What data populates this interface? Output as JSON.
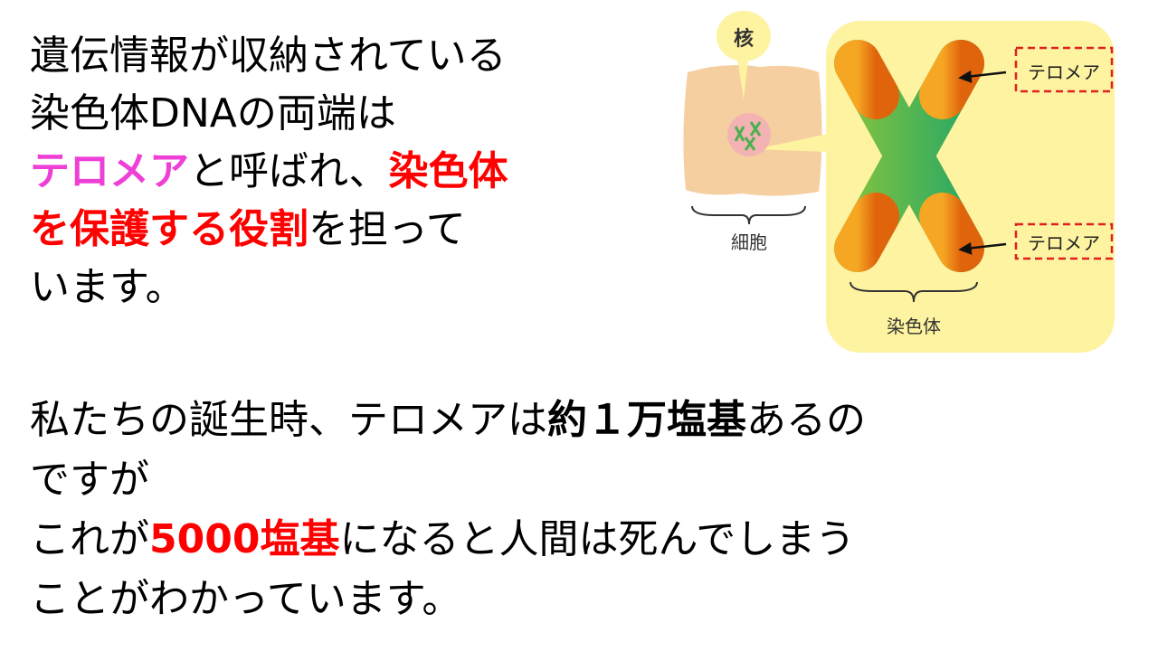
{
  "paragraph1": {
    "line1": "遺伝情報が収納されている",
    "line2": "染色体DNAの両端は",
    "line3_highlight": "テロメア",
    "line3_rest": "と呼ばれ、",
    "line3_red": "染色体",
    "line4_red": "を保護する役割",
    "line4_rest": "を担って",
    "line5": "います。"
  },
  "paragraph2": {
    "line1_a": "私たちの誕生時、テロメアは",
    "line1_bold": "約１万塩基",
    "line1_b": "あるの",
    "line2": "ですが",
    "line3_a": "これが",
    "line3_red": "5000塩基",
    "line3_b": "になると人間は死んでしまう",
    "line4": "ことがわかっています。"
  },
  "diagram": {
    "nucleus_label": "核",
    "cell_label": "細胞",
    "chromosome_label": "染色体",
    "telomere_label_top": "テロメア",
    "telomere_label_bottom": "テロメア"
  },
  "colors": {
    "telomere_text": "#ee3fd6",
    "emphasis_red": "#ff0000",
    "panel_yellow": "#fdf3a0",
    "cell": "#f6cfa0",
    "chromosome_green": "#4cb050",
    "telomere_orange": "#f08c1e"
  }
}
